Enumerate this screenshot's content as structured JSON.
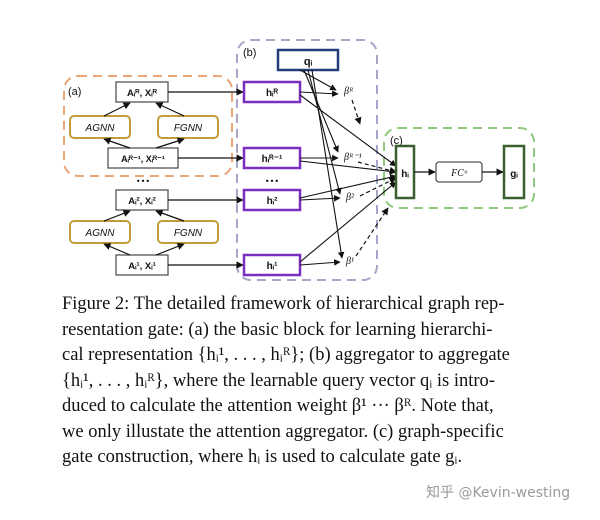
{
  "figure": {
    "panel_a": "(a)",
    "panel_b": "(b)",
    "panel_c": "(c)",
    "node_AR": "Aᵢᴿ, Xᵢᴿ",
    "node_AR1": "Aᵢᴿ⁻¹, Xᵢᴿ⁻¹",
    "node_A2": "Aᵢ², Xᵢ²",
    "node_A1": "Aᵢ¹, Xᵢ¹",
    "agnn": "AGNN",
    "fgnn": "FGNN",
    "dots": "•••",
    "h_R": "hᵢᴿ",
    "h_R1": "hᵢᴿ⁻¹",
    "h_2": "hᵢ²",
    "h_1": "hᵢ¹",
    "q": "qᵢ",
    "beta_R": "βᴿ",
    "beta_R1": "βᴿ⁻¹",
    "beta_2": "β²",
    "beta_1": "β¹",
    "h_i": "hᵢ",
    "fc": "FCᵒ",
    "g_i": "gᵢ"
  },
  "caption": {
    "lines": [
      "Figure 2: The detailed framework of hierarchical graph rep-",
      "resentation gate: (a) the basic block for learning hierarchi-",
      "cal representation {hᵢ¹, . . . , hᵢᴿ}; (b) aggregator to aggregate",
      "{hᵢ¹, . . . , hᵢᴿ}, where the learnable query vector qᵢ is intro-",
      "duced to calculate the attention weight β¹ ··· βᴿ. Note that,",
      "we only illustate the attention aggregator. (c) graph-specific",
      "gate construction, where hᵢ is used to calculate gate gᵢ."
    ]
  },
  "watermark": "知乎 @Kevin-westing",
  "colors": {
    "orange": "#E8A679",
    "gold": "#C49A3A",
    "purple": "#7B2FBE",
    "navy": "#233D7B",
    "lavender": "#A8A5C8",
    "green_dashed": "#8FC97F",
    "green_box": "#3A5F2E"
  }
}
